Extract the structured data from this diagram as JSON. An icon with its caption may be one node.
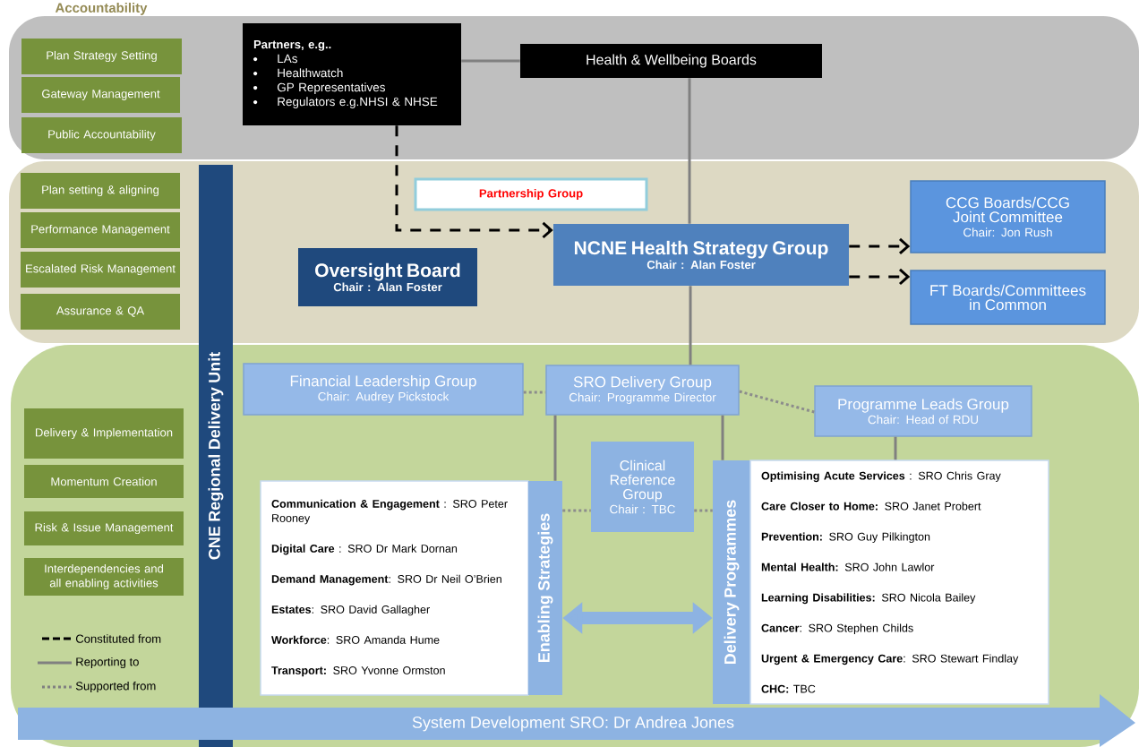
{
  "diagram": {
    "nodes": [
      {
        "text": [
          "Plan Strategy Setting"
        ]
      },
      {
        "text": [
          "Gateway Management"
        ]
      },
      {
        "text": [
          "Public Accountability"
        ]
      },
      {
        "text": [
          "Partners, e.g..",
          "LAs",
          "Healthwatch",
          "GP Representatives",
          "Regulators e.g.NHSI & NHSE"
        ]
      },
      {
        "text": [
          "Health & Wellbeing Boards"
        ]
      },
      {
        "text": [
          "Plan setting & aligning"
        ]
      },
      {
        "text": [
          "Performance Management"
        ]
      },
      {
        "text": [
          "Escalated Risk Management"
        ]
      },
      {
        "text": [
          "Assurance & QA"
        ]
      },
      {
        "text": [
          "CNE Regional Delivery Unit"
        ]
      },
      {
        "text": [
          "Partnership Group"
        ]
      },
      {
        "text": [
          "NCNE Health Strategy Group",
          "Chair : Alan Foster"
        ]
      },
      {
        "text": [
          "Oversight Board",
          "Chair : Alan Foster"
        ]
      },
      {
        "text": [
          "CCG Boards/CCG Joint Committee",
          "Chair: Jon Rush"
        ]
      },
      {
        "text": [
          "FT Boards/Committees in Common"
        ]
      },
      {
        "text": [
          "Delivery & Implementation"
        ]
      },
      {
        "text": [
          "Momentum Creation"
        ]
      },
      {
        "text": [
          "Risk & Issue Management"
        ]
      },
      {
        "text": [
          "Interdependencies and all enabling activities"
        ]
      },
      {
        "text": [
          "Financial Leadership Group",
          "Chair: Audrey Pickstock"
        ]
      },
      {
        "text": [
          "SRO Delivery Group",
          "Chair: Programme Director"
        ]
      },
      {
        "text": [
          "Programme Leads Group",
          "Chair: Head of RDU"
        ]
      },
      {
        "text": [
          "**Communication & Engagement** : SRO Peter Rooney",
          "**Digital Care** : SRO Dr Mark Dornan",
          "**Demand Management**: SRO Dr Neil O’Brien",
          "**Estates**: SRO David Gallagher",
          "**Workforce**: SRO Amanda Hume",
          "**Transport:** SRO Yvonne Ormston"
        ]
      },
      {
        "text": [
          "Enabling Strategies"
        ]
      },
      {
        "text": [
          "Clinical Reference Group",
          "Chair : TBC"
        ]
      },
      {
        "text": [
          "Delivery Programmes"
        ]
      },
      {
        "text": [
          "**Optimising Acute Services** : SRO Chris Gray",
          "**Care Closer to Home:** SRO Janet Probert",
          "**Prevention:** SRO Guy Pilkington",
          "**Mental Health:** SRO John Lawlor",
          "**Learning Disabilities:** SRO Nicola Bailey",
          "**Cancer**: SRO Stephen Childs",
          "**Urgent & Emergency Care**: SRO Stewart Findlay",
          "**CHC:** TBC"
        ]
      },
      {
        "text": [
          "System Development SRO: Dr Andrea Jones"
        ]
      }
    ],
    "edges": [
      {
        "from": 3,
        "to": 4,
        "arrow": "none"
      },
      {
        "from": 4,
        "to": 11,
        "arrow": "none"
      },
      {
        "from": 3,
        "to": 11,
        "arrow": "to",
        "style": "dashed",
        "color": "#000000"
      },
      {
        "from": 11,
        "to": 13,
        "arrow": "to",
        "style": "dashed",
        "color": "#000000"
      },
      {
        "from": 11,
        "to": 14,
        "arrow": "to",
        "style": "dashed",
        "color": "#000000"
      },
      {
        "from": 11,
        "to": 20,
        "arrow": "none"
      },
      {
        "from": 19,
        "to": 20,
        "arrow": "none",
        "style": "dashed",
        "color": "#8c8c8c"
      },
      {
        "from": 20,
        "to": 21,
        "arrow": "none",
        "style": "dashed",
        "color": "#8c8c8c"
      },
      {
        "from": 20,
        "to": 23,
        "arrow": "none"
      },
      {
        "from": 20,
        "to": 25,
        "arrow": "none"
      },
      {
        "from": 21,
        "to": 26,
        "arrow": "none"
      },
      {
        "from": 23,
        "to": 24,
        "arrow": "none",
        "style": "dashed",
        "color": "#8c8c8c"
      },
      {
        "from": 24,
        "to": 25,
        "arrow": "none",
        "style": "dashed",
        "color": "#8c8c8c"
      },
      {
        "from": 23,
        "to": 25,
        "arrow": "both",
        "style": "thick",
        "color": "#8db3e2"
      }
    ],
    "labels": [
      "Accountability"
    ],
    "legend": [
      {
        "text": "Constituted from"
      },
      {
        "text": "Reporting to"
      },
      {
        "text": "Supported from"
      }
    ]
  }
}
